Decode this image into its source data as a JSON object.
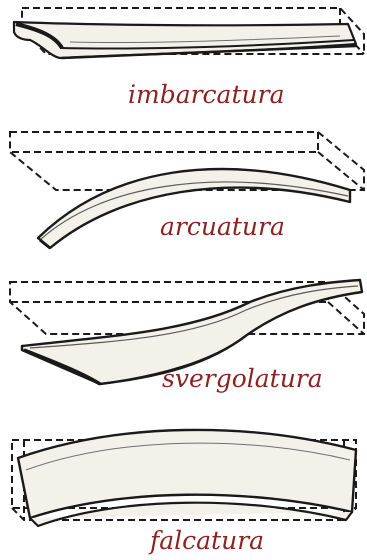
{
  "panels": [
    {
      "label": "imbarcatura"
    },
    {
      "label": "arcuatura"
    },
    {
      "label": "svergolatura"
    },
    {
      "label": "falcatura"
    }
  ],
  "colors": {
    "ink": "#1a1a1a",
    "label": "#8b2323",
    "background": "#ffffff"
  }
}
